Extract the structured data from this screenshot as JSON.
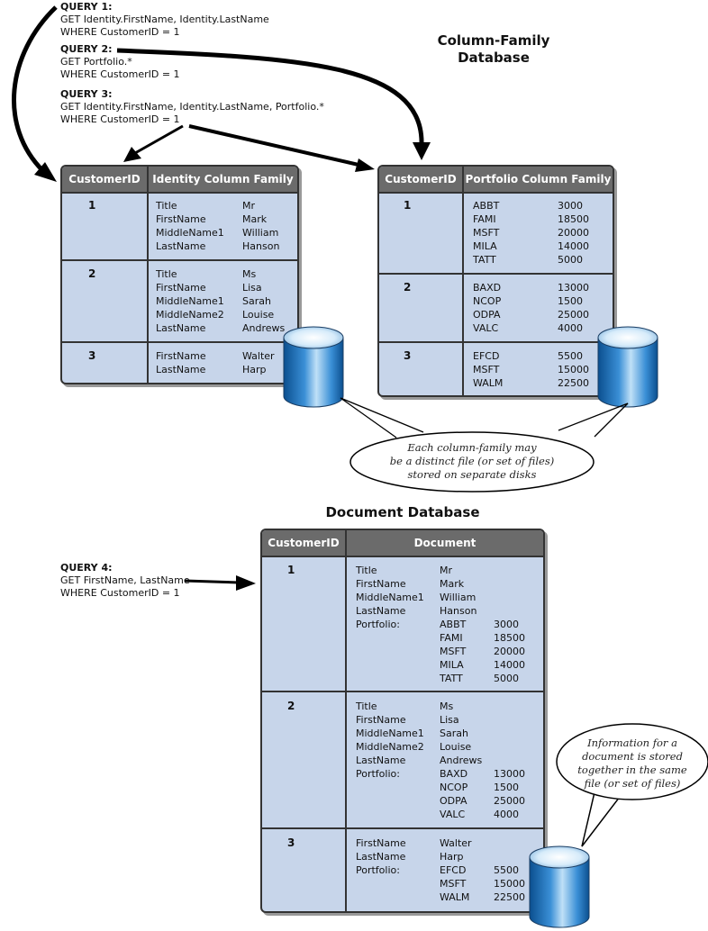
{
  "queries": [
    {
      "title": "QUERY 1:",
      "lines": [
        "GET Identity.FirstName, Identity.LastName",
        "WHERE CustomerID = 1"
      ]
    },
    {
      "title": "QUERY 2:",
      "lines": [
        "GET Portfolio.*",
        "WHERE CustomerID = 1"
      ]
    },
    {
      "title": "QUERY 3:",
      "lines": [
        "GET Identity.FirstName, Identity.LastName, Portfolio.*",
        "WHERE CustomerID = 1"
      ]
    },
    {
      "title": "QUERY 4:",
      "lines": [
        "GET FirstName, LastName",
        "WHERE CustomerID = 1"
      ]
    }
  ],
  "column_family_title": [
    "Column-Family",
    "Database"
  ],
  "document_title": "Document Database",
  "identity_table": {
    "headers": [
      "CustomerID",
      "Identity Column Family"
    ],
    "rows": [
      {
        "id": "1",
        "fields": [
          [
            "Title",
            "Mr"
          ],
          [
            "FirstName",
            "Mark"
          ],
          [
            "MiddleName1",
            "William"
          ],
          [
            "LastName",
            "Hanson"
          ]
        ]
      },
      {
        "id": "2",
        "fields": [
          [
            "Title",
            "Ms"
          ],
          [
            "FirstName",
            "Lisa"
          ],
          [
            "MiddleName1",
            "Sarah"
          ],
          [
            "MiddleName2",
            "Louise"
          ],
          [
            "LastName",
            "Andrews"
          ]
        ]
      },
      {
        "id": "3",
        "fields": [
          [
            "FirstName",
            "Walter"
          ],
          [
            "LastName",
            "Harp"
          ]
        ]
      }
    ]
  },
  "portfolio_table": {
    "headers": [
      "CustomerID",
      "Portfolio Column Family"
    ],
    "rows": [
      {
        "id": "1",
        "fields": [
          [
            "ABBT",
            "3000"
          ],
          [
            "FAMI",
            "18500"
          ],
          [
            "MSFT",
            "20000"
          ],
          [
            "MILA",
            "14000"
          ],
          [
            "TATT",
            "5000"
          ]
        ]
      },
      {
        "id": "2",
        "fields": [
          [
            "BAXD",
            "13000"
          ],
          [
            "NCOP",
            "1500"
          ],
          [
            "ODPA",
            "25000"
          ],
          [
            "VALC",
            "4000"
          ]
        ]
      },
      {
        "id": "3",
        "fields": [
          [
            "EFCD",
            "5500"
          ],
          [
            "MSFT",
            "15000"
          ],
          [
            "WALM",
            "22500"
          ]
        ]
      }
    ]
  },
  "document_table": {
    "headers": [
      "CustomerID",
      "Document"
    ],
    "rows": [
      {
        "id": "1",
        "fields": [
          [
            "Title",
            "Mr"
          ],
          [
            "FirstName",
            "Mark"
          ],
          [
            "MiddleName1",
            "William"
          ],
          [
            "LastName",
            "Hanson"
          ]
        ],
        "portfolio_label": "Portfolio:",
        "portfolio": [
          [
            "ABBT",
            "3000"
          ],
          [
            "FAMI",
            "18500"
          ],
          [
            "MSFT",
            "20000"
          ],
          [
            "MILA",
            "14000"
          ],
          [
            "TATT",
            "5000"
          ]
        ]
      },
      {
        "id": "2",
        "fields": [
          [
            "Title",
            "Ms"
          ],
          [
            "FirstName",
            "Lisa"
          ],
          [
            "MiddleName1",
            "Sarah"
          ],
          [
            "MiddleName2",
            "Louise"
          ],
          [
            "LastName",
            "Andrews"
          ]
        ],
        "portfolio_label": "Portfolio:",
        "portfolio": [
          [
            "BAXD",
            "13000"
          ],
          [
            "NCOP",
            "1500"
          ],
          [
            "ODPA",
            "25000"
          ],
          [
            "VALC",
            "4000"
          ]
        ]
      },
      {
        "id": "3",
        "fields": [
          [
            "FirstName",
            "Walter"
          ],
          [
            "LastName",
            "Harp"
          ]
        ],
        "portfolio_label": "Portfolio:",
        "portfolio": [
          [
            "EFCD",
            "5500"
          ],
          [
            "MSFT",
            "15000"
          ],
          [
            "WALM",
            "22500"
          ]
        ]
      }
    ]
  },
  "callouts": {
    "column_family": [
      "Each column-family may",
      "be a distinct file (or set of files)",
      "stored on separate disks"
    ],
    "document": [
      "Information for a",
      "document is stored",
      "together in the same",
      "file (or set of files)"
    ]
  },
  "colors": {
    "table_fill": "#c7d5ea",
    "header_fill": "#6b6b6b",
    "cylinder": "#1f6fb5"
  }
}
